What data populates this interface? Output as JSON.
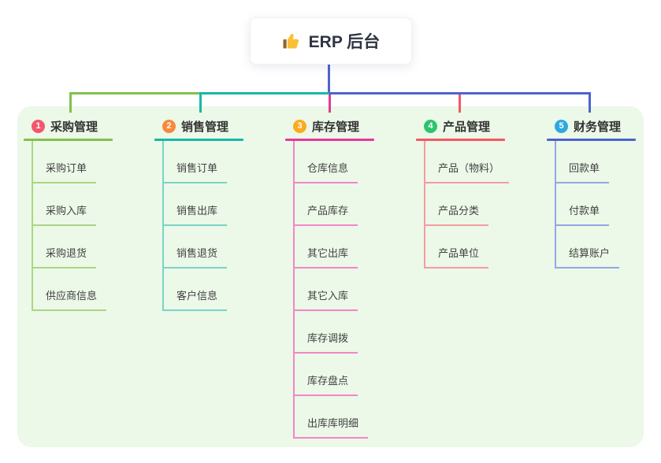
{
  "root": {
    "icon": "thumbs-up",
    "label": "ERP 后台"
  },
  "panel": {
    "background": "#ecf8e8"
  },
  "connector": {
    "stem_color": "#4d63d0"
  },
  "branches": [
    {
      "num": "1",
      "label": "采购管理",
      "badge_color": "#f4566b",
      "line_color": "#82c14a",
      "tint_color": "#aad683",
      "children": [
        "采购订单",
        "采购入库",
        "采购退货",
        "供应商信息"
      ]
    },
    {
      "num": "2",
      "label": "销售管理",
      "badge_color": "#f8893c",
      "line_color": "#17b8a5",
      "tint_color": "#79d3c7",
      "children": [
        "销售订单",
        "销售出库",
        "销售退货",
        "客户信息"
      ]
    },
    {
      "num": "3",
      "label": "库存管理",
      "badge_color": "#fbab1c",
      "line_color": "#e23a9c",
      "tint_color": "#f287c6",
      "children": [
        "仓库信息",
        "产品库存",
        "其它出库",
        "其它入库",
        "库存调拨",
        "库存盘点",
        "出库库明细"
      ]
    },
    {
      "num": "4",
      "label": "产品管理",
      "badge_color": "#2dc46e",
      "line_color": "#f25862",
      "tint_color": "#f79aa2",
      "children": [
        "产品（物料）",
        "产品分类",
        "产品单位"
      ]
    },
    {
      "num": "5",
      "label": "财务管理",
      "badge_color": "#2ca9e1",
      "line_color": "#4d63d0",
      "tint_color": "#92a7e5",
      "children": [
        "回款单",
        "付款单",
        "结算账户"
      ]
    }
  ]
}
